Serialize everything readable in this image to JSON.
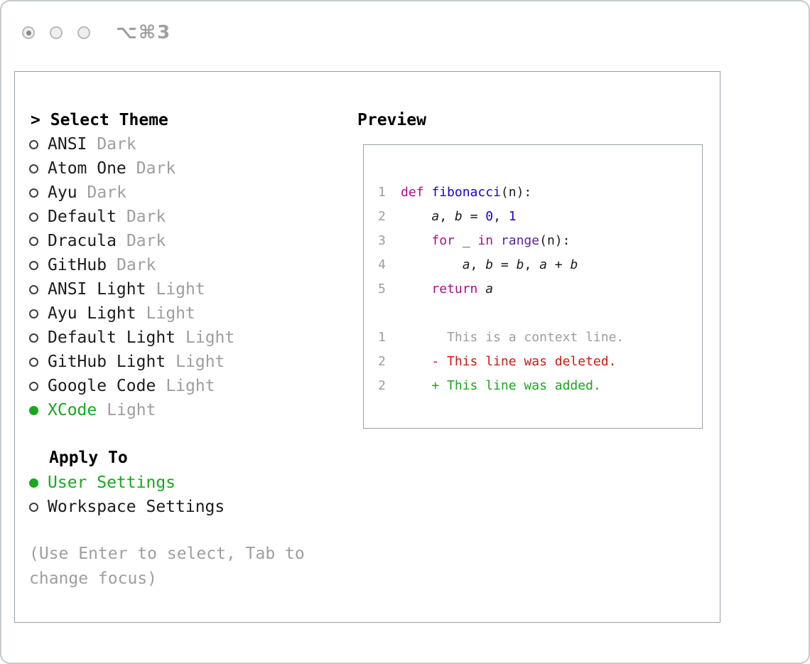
{
  "window": {
    "shortcut": "⌥⌘3"
  },
  "colors": {
    "accent_green": "#17a81e",
    "muted": "#9c9ea1",
    "keyword": "#aa0d91",
    "function_name": "#1c01ce",
    "number": "#1c01ce",
    "builtin": "#5c2699",
    "deleted": "#cc1810",
    "added": "#17a81e"
  },
  "theme_selector": {
    "prefix": ">",
    "title": "Select Theme",
    "items": [
      {
        "name": "ANSI",
        "variant": "Dark",
        "selected": false
      },
      {
        "name": "Atom One",
        "variant": "Dark",
        "selected": false
      },
      {
        "name": "Ayu",
        "variant": "Dark",
        "selected": false
      },
      {
        "name": "Default",
        "variant": "Dark",
        "selected": false
      },
      {
        "name": "Dracula",
        "variant": "Dark",
        "selected": false
      },
      {
        "name": "GitHub",
        "variant": "Dark",
        "selected": false
      },
      {
        "name": "ANSI Light",
        "variant": "Light",
        "selected": false
      },
      {
        "name": "Ayu Light",
        "variant": "Light",
        "selected": false
      },
      {
        "name": "Default Light",
        "variant": "Light",
        "selected": false
      },
      {
        "name": "GitHub Light",
        "variant": "Light",
        "selected": false
      },
      {
        "name": "Google Code",
        "variant": "Light",
        "selected": false
      },
      {
        "name": "XCode",
        "variant": "Light",
        "selected": true
      }
    ]
  },
  "apply_to": {
    "title": "Apply To",
    "options": [
      {
        "label": "User Settings",
        "selected": true
      },
      {
        "label": "Workspace Settings",
        "selected": false
      }
    ]
  },
  "hint": "(Use Enter to select, Tab to change focus)",
  "preview": {
    "title": "Preview",
    "code_lines": [
      {
        "no": "1",
        "tokens": [
          {
            "t": "def ",
            "c": "keyword"
          },
          {
            "t": "fibonacci",
            "c": "function"
          },
          {
            "t": "(n):",
            "c": "plain"
          }
        ]
      },
      {
        "no": "2",
        "tokens": [
          {
            "t": "    ",
            "c": "plain"
          },
          {
            "t": "a",
            "c": "var"
          },
          {
            "t": ", ",
            "c": "plain"
          },
          {
            "t": "b",
            "c": "var"
          },
          {
            "t": " = ",
            "c": "plain"
          },
          {
            "t": "0",
            "c": "number"
          },
          {
            "t": ", ",
            "c": "plain"
          },
          {
            "t": "1",
            "c": "number"
          }
        ]
      },
      {
        "no": "3",
        "tokens": [
          {
            "t": "    ",
            "c": "plain"
          },
          {
            "t": "for",
            "c": "keyword"
          },
          {
            "t": " _ ",
            "c": "plain"
          },
          {
            "t": "in",
            "c": "keyword"
          },
          {
            "t": " ",
            "c": "plain"
          },
          {
            "t": "range",
            "c": "builtin"
          },
          {
            "t": "(n):",
            "c": "plain"
          }
        ]
      },
      {
        "no": "4",
        "tokens": [
          {
            "t": "        ",
            "c": "plain"
          },
          {
            "t": "a",
            "c": "var"
          },
          {
            "t": ", ",
            "c": "plain"
          },
          {
            "t": "b",
            "c": "var"
          },
          {
            "t": " = ",
            "c": "plain"
          },
          {
            "t": "b",
            "c": "var"
          },
          {
            "t": ", ",
            "c": "plain"
          },
          {
            "t": "a",
            "c": "var"
          },
          {
            "t": " + ",
            "c": "plain"
          },
          {
            "t": "b",
            "c": "var"
          }
        ]
      },
      {
        "no": "5",
        "tokens": [
          {
            "t": "    ",
            "c": "plain"
          },
          {
            "t": "return",
            "c": "keyword"
          },
          {
            "t": " ",
            "c": "plain"
          },
          {
            "t": "a",
            "c": "var"
          }
        ]
      },
      {
        "no": "",
        "tokens": []
      },
      {
        "no": "1",
        "tokens": [
          {
            "t": "      This is a context line.",
            "c": "context"
          }
        ]
      },
      {
        "no": "2",
        "tokens": [
          {
            "t": "    - This line was deleted.",
            "c": "deleted"
          }
        ]
      },
      {
        "no": "2",
        "tokens": [
          {
            "t": "    + This line was added.",
            "c": "added"
          }
        ]
      }
    ]
  }
}
